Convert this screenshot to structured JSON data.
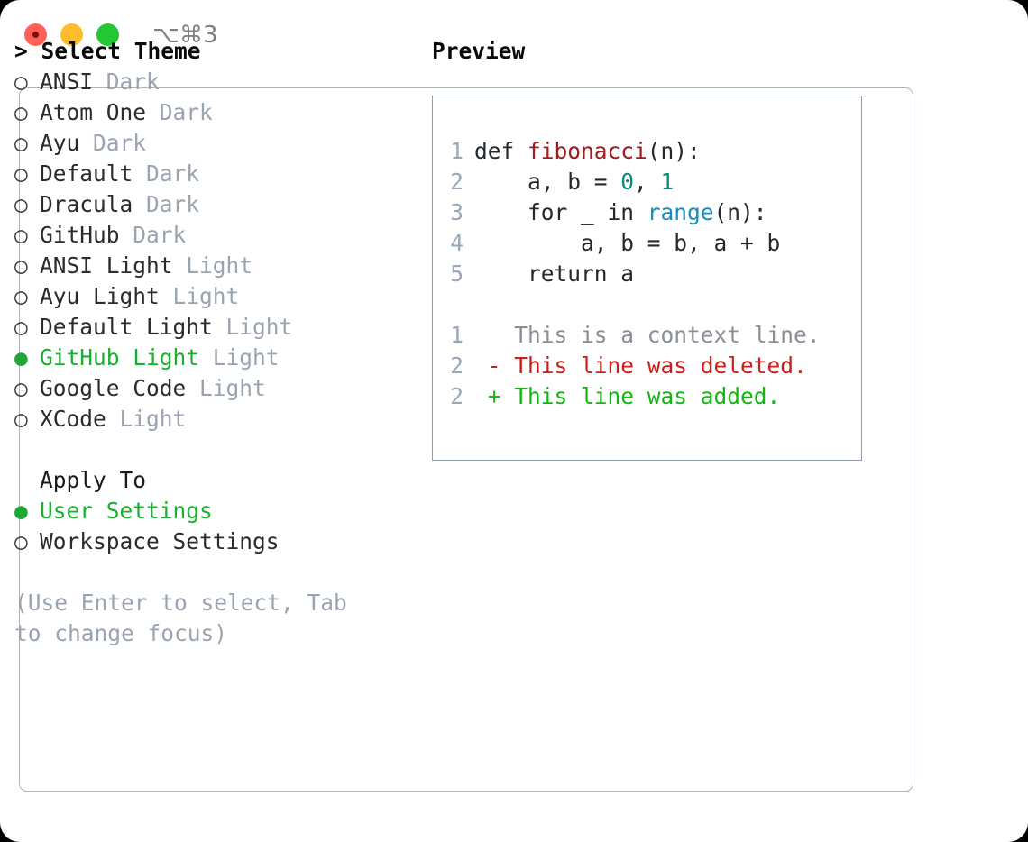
{
  "titlebar": {
    "shortcut": "⌥⌘3",
    "buttons": [
      "close",
      "minimize",
      "maximize"
    ]
  },
  "theme_picker": {
    "header": "> Select Theme",
    "options": [
      {
        "marker": "○",
        "name": "ANSI",
        "kind": "Dark",
        "selected": false
      },
      {
        "marker": "○",
        "name": "Atom One",
        "kind": "Dark",
        "selected": false
      },
      {
        "marker": "○",
        "name": "Ayu",
        "kind": "Dark",
        "selected": false
      },
      {
        "marker": "○",
        "name": "Default",
        "kind": "Dark",
        "selected": false
      },
      {
        "marker": "○",
        "name": "Dracula",
        "kind": "Dark",
        "selected": false
      },
      {
        "marker": "○",
        "name": "GitHub",
        "kind": "Dark",
        "selected": false
      },
      {
        "marker": "○",
        "name": "ANSI Light",
        "kind": "Light",
        "selected": false
      },
      {
        "marker": "○",
        "name": "Ayu Light",
        "kind": "Light",
        "selected": false
      },
      {
        "marker": "○",
        "name": "Default Light",
        "kind": "Light",
        "selected": false
      },
      {
        "marker": "●",
        "name": "GitHub Light",
        "kind": "Light",
        "selected": true
      },
      {
        "marker": "○",
        "name": "Google Code",
        "kind": "Light",
        "selected": false
      },
      {
        "marker": "○",
        "name": "XCode",
        "kind": "Light",
        "selected": false
      }
    ]
  },
  "apply_to": {
    "header": "Apply To",
    "options": [
      {
        "marker": "●",
        "name": "User Settings",
        "selected": true
      },
      {
        "marker": "○",
        "name": "Workspace Settings",
        "selected": false
      }
    ]
  },
  "hint": "(Use Enter to select, Tab to change focus)",
  "preview": {
    "title": "Preview",
    "code_lines": [
      {
        "num": "1",
        "tokens": [
          {
            "t": "def ",
            "c": "plain"
          },
          {
            "t": "fibonacci",
            "c": "fn"
          },
          {
            "t": "(n):",
            "c": "plain"
          }
        ]
      },
      {
        "num": "2",
        "tokens": [
          {
            "t": "    a, b = ",
            "c": "plain"
          },
          {
            "t": "0",
            "c": "num"
          },
          {
            "t": ", ",
            "c": "plain"
          },
          {
            "t": "1",
            "c": "num"
          }
        ]
      },
      {
        "num": "3",
        "tokens": [
          {
            "t": "    for _ in ",
            "c": "plain"
          },
          {
            "t": "range",
            "c": "call"
          },
          {
            "t": "(n):",
            "c": "plain"
          }
        ]
      },
      {
        "num": "4",
        "tokens": [
          {
            "t": "        a, b = b, a + b",
            "c": "plain"
          }
        ]
      },
      {
        "num": "5",
        "tokens": [
          {
            "t": "    return a",
            "c": "plain"
          }
        ]
      }
    ],
    "diff_lines": [
      {
        "num": "1",
        "sign": " ",
        "text": " This is a context line.",
        "kind": "ctx"
      },
      {
        "num": "2",
        "sign": "-",
        "text": " This line was deleted.",
        "kind": "del"
      },
      {
        "num": "2",
        "sign": "+",
        "text": " This line was added.",
        "kind": "add"
      }
    ]
  },
  "colors": {
    "accent_green": "#17b02f",
    "muted": "#9aa4b0",
    "border": "#aab4c0",
    "preview_border": "#8d9bad",
    "syntax_function": "#a01c20",
    "syntax_number": "#0a8a80",
    "syntax_call": "#1b8cba",
    "diff_deleted": "#cc1f1a",
    "diff_added": "#13b713",
    "diff_context": "#8a8f96"
  }
}
